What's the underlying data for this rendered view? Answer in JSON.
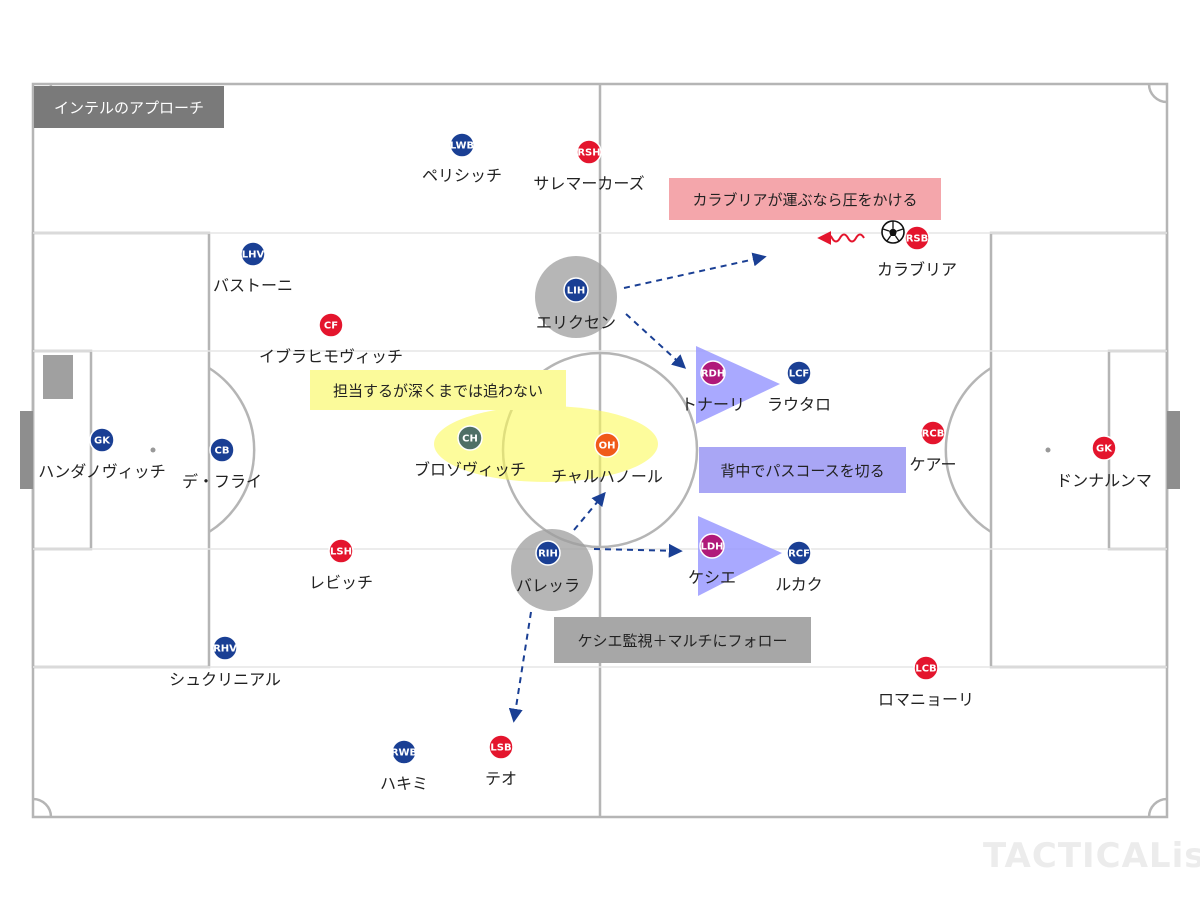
{
  "title": "インテルのアプローチ",
  "notes": {
    "press": "カラブリアが運ぶなら圧をかける",
    "deep": "担当するが深くまでは追わない",
    "cut": "背中でパスコースを切る",
    "kessie": "ケシエ監視＋マルチにフォロー"
  },
  "watermark": "TACTICALista",
  "colors": {
    "inter": "#1a3f94",
    "milan": "#e4152d",
    "inter_ch": "#4f6f66",
    "milan_oh": "#f05a1a",
    "milan_dh": "#b0197a",
    "arrow": "#1a3f94",
    "pressure": "#e4152d",
    "shadow_zone": "#9a9aff",
    "marking_zone": "#fbfa5a",
    "pressing_player": "#9e9e9e",
    "pitch_line": "#b5b5b5"
  },
  "players": {
    "inter_gk": {
      "pos": "GK",
      "name": "ハンダノヴィッチ"
    },
    "inter_cb": {
      "pos": "CB",
      "name": "デ・フライ"
    },
    "inter_lhv": {
      "pos": "LHV",
      "name": "バストーニ"
    },
    "inter_rhv": {
      "pos": "RHV",
      "name": "シュクリニアル"
    },
    "inter_lwb": {
      "pos": "LWB",
      "name": "ペリシッチ"
    },
    "inter_rwb": {
      "pos": "RWB",
      "name": "ハキミ"
    },
    "inter_ch": {
      "pos": "CH",
      "name": "ブロゾヴィッチ"
    },
    "inter_lih": {
      "pos": "LIH",
      "name": "エリクセン"
    },
    "inter_rih": {
      "pos": "RIH",
      "name": "バレッラ"
    },
    "inter_lcf": {
      "pos": "LCF",
      "name": "ラウタロ"
    },
    "inter_rcf": {
      "pos": "RCF",
      "name": "ルカク"
    },
    "milan_gk": {
      "pos": "GK",
      "name": "ドンナルンマ"
    },
    "milan_rcb": {
      "pos": "RCB",
      "name": "ケアー"
    },
    "milan_lcb": {
      "pos": "LCB",
      "name": "ロマニョーリ"
    },
    "milan_rsb": {
      "pos": "RSB",
      "name": "カラブリア"
    },
    "milan_lsb": {
      "pos": "LSB",
      "name": "テオ"
    },
    "milan_rdh": {
      "pos": "RDH",
      "name": "トナーリ"
    },
    "milan_ldh": {
      "pos": "LDH",
      "name": "ケシエ"
    },
    "milan_oh": {
      "pos": "OH",
      "name": "チャルハノール"
    },
    "milan_rsh": {
      "pos": "RSH",
      "name": "サレマーカーズ"
    },
    "milan_lsh": {
      "pos": "LSH",
      "name": "レビッチ"
    },
    "milan_cf": {
      "pos": "CF",
      "name": "イブラヒモヴィッチ"
    }
  }
}
